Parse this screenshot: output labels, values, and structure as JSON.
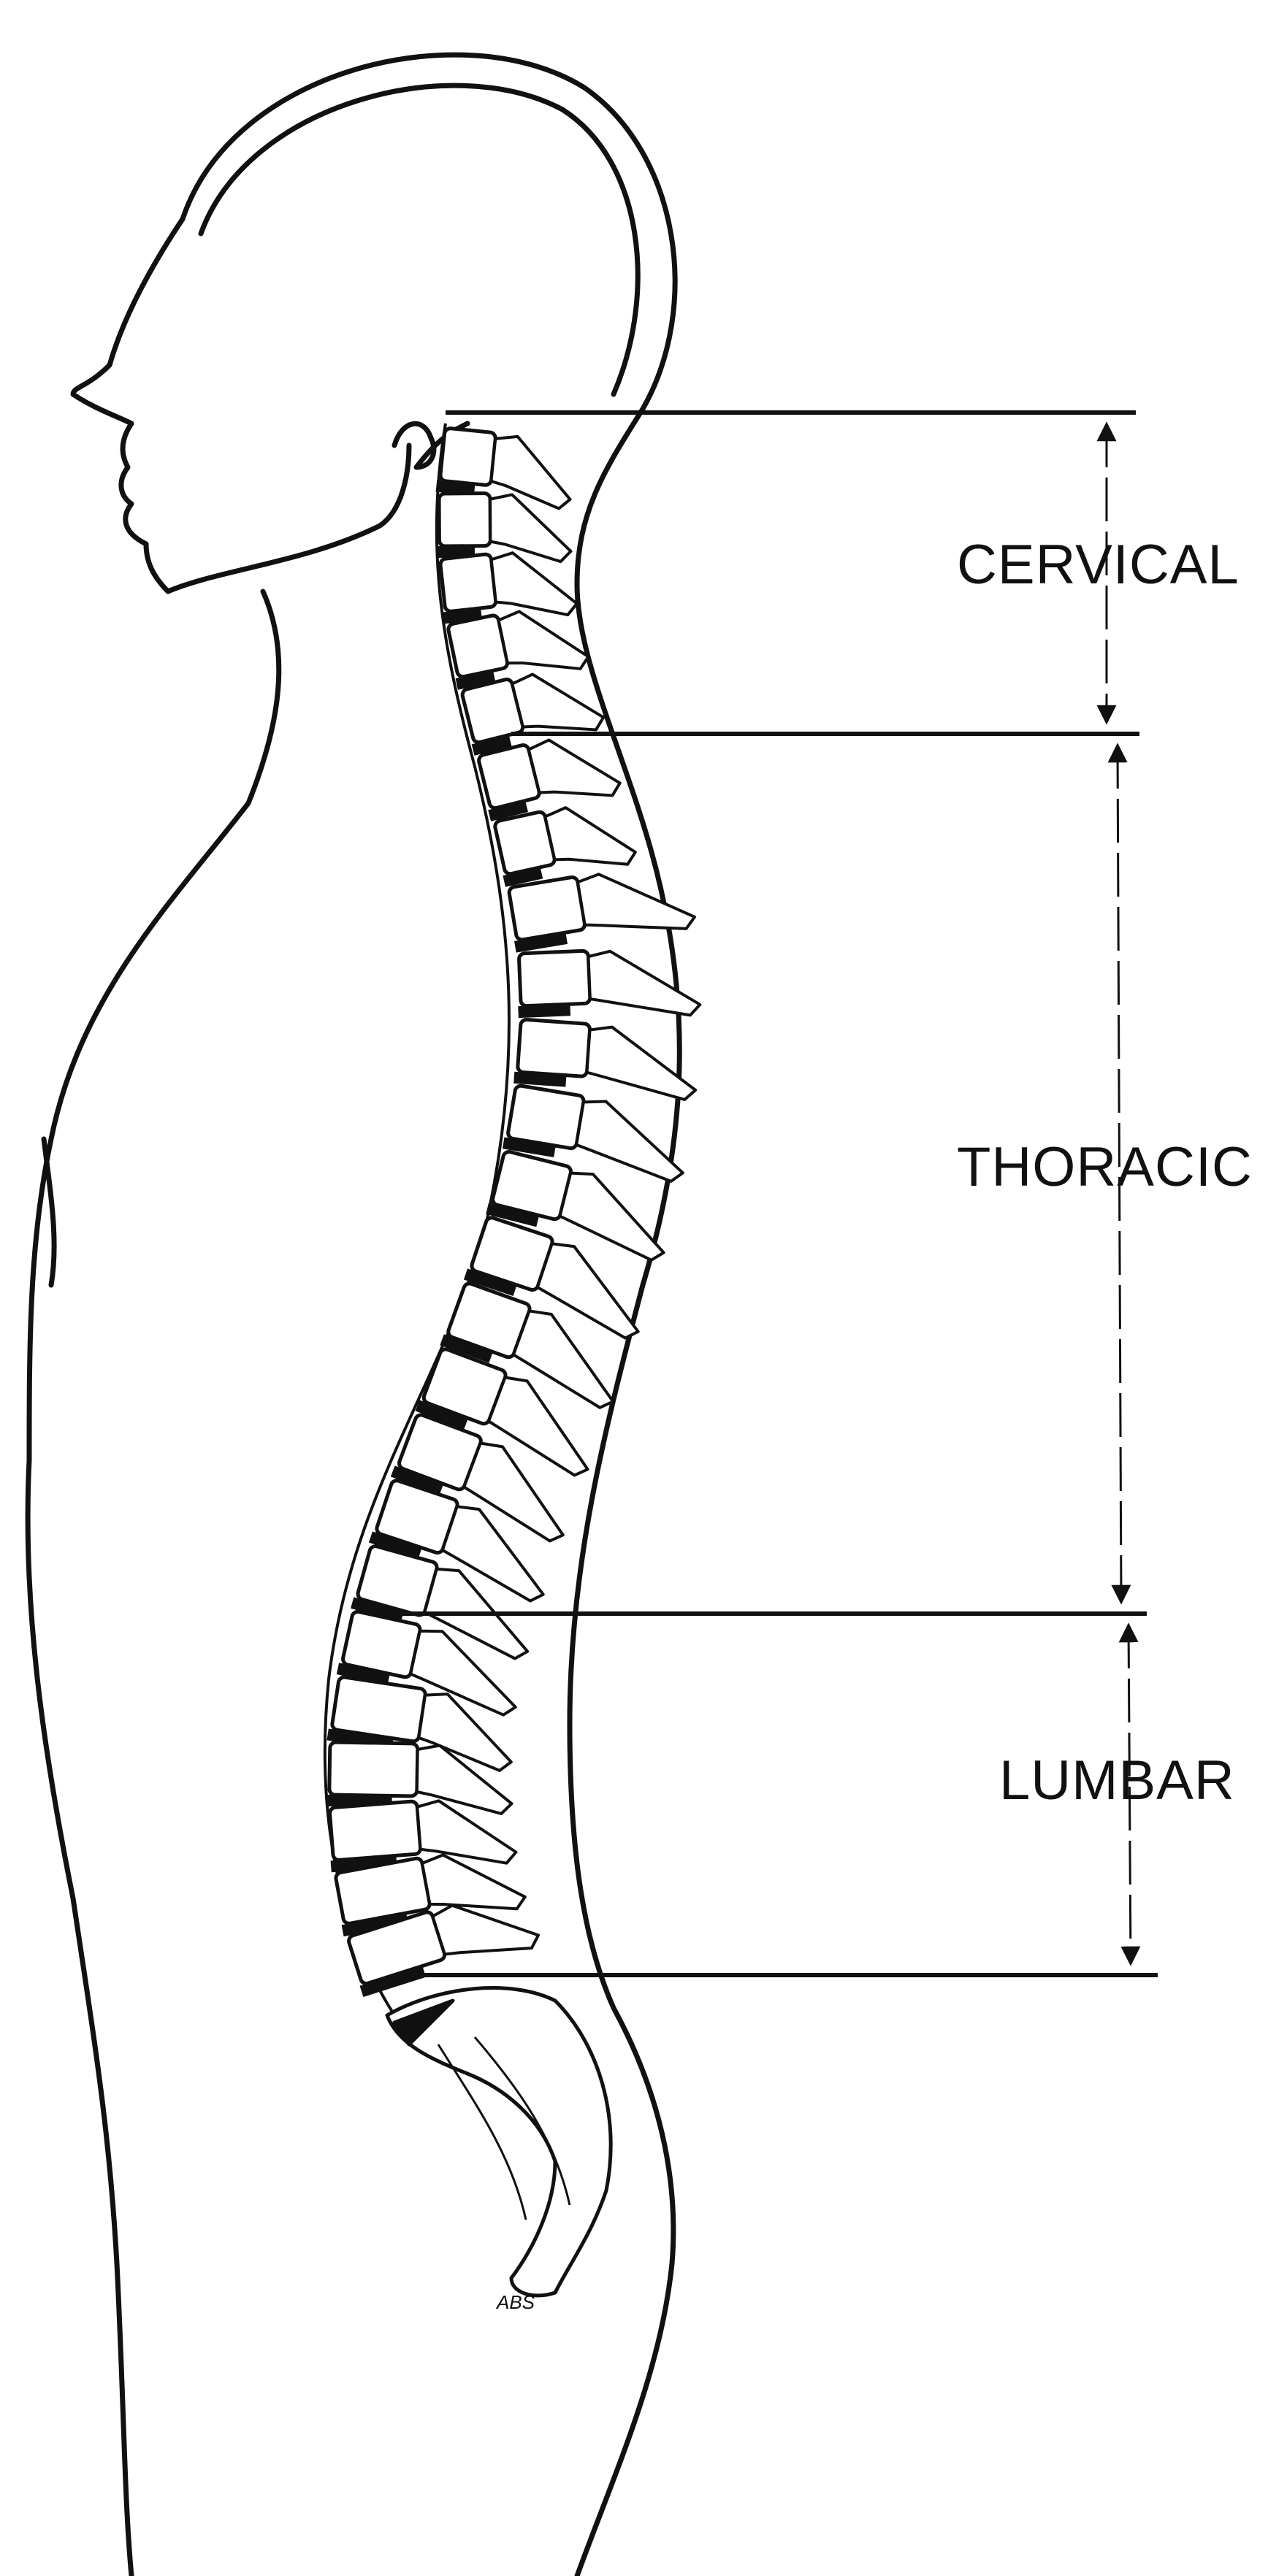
{
  "regions": [
    {
      "key": "cervical",
      "label": "CERVICAL"
    },
    {
      "key": "thoracic",
      "label": "THORACIC"
    },
    {
      "key": "lumbar",
      "label": "LUMBAR"
    }
  ],
  "artist_mark": "ABS",
  "colors": {
    "ink": "#111111",
    "background": "#ffffff"
  }
}
